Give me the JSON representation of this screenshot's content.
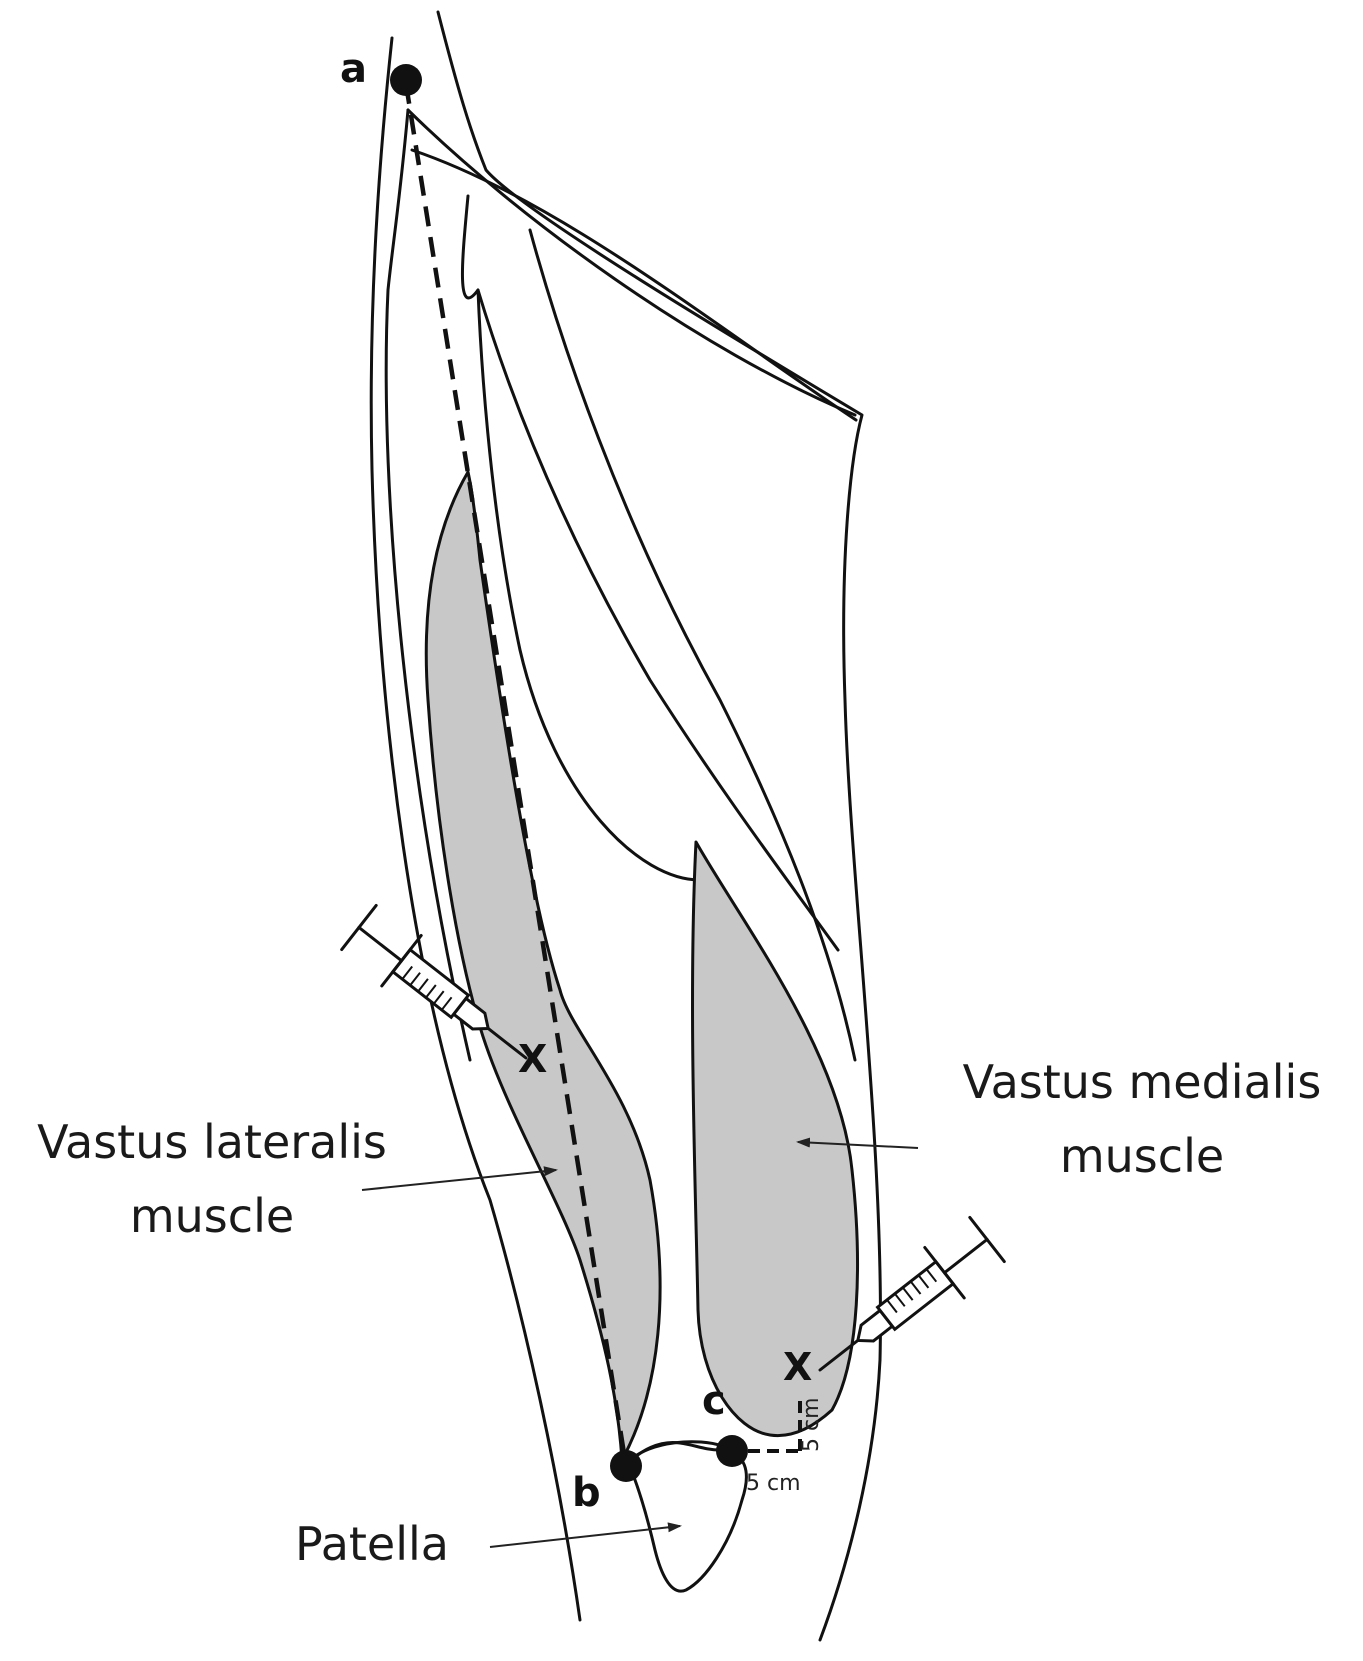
{
  "labels": {
    "vastus_lateralis_line1": "Vastus lateralis",
    "vastus_lateralis_line2": "muscle",
    "vastus_medialis_line1": "Vastus medialis",
    "vastus_medialis_line2": "muscle",
    "patella": "Patella"
  },
  "points": {
    "a": "a",
    "b": "b",
    "c": "c"
  },
  "injection_marks": {
    "lateral": "X",
    "medial": "X"
  },
  "measurements": {
    "horizontal": "5 cm",
    "vertical": "5 cm"
  },
  "colors": {
    "muscle_fill": "#c8c8c8",
    "line": "#111111",
    "background": "#ffffff"
  }
}
